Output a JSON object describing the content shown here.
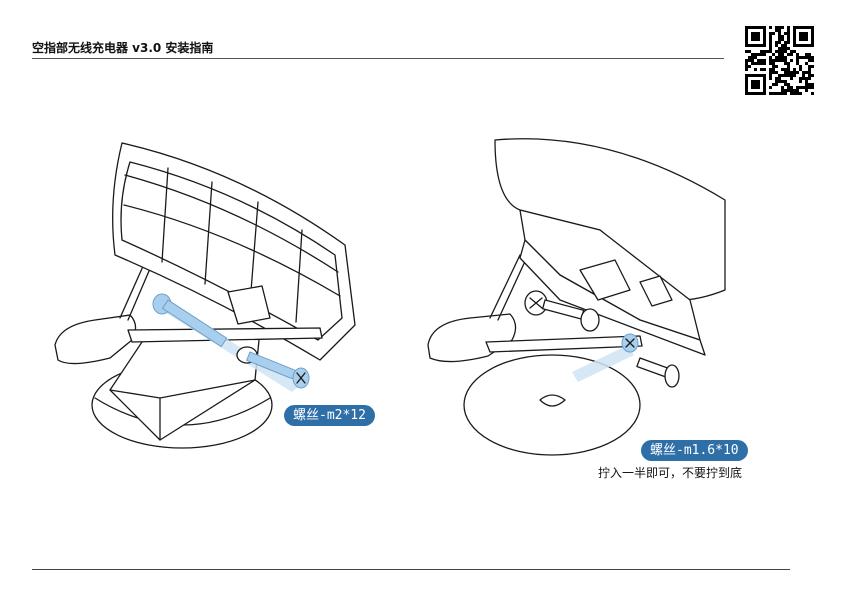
{
  "header": {
    "title": "空指部无线充电器 v3.0 安装指南"
  },
  "callouts": {
    "screw_left": "螺丝-m2*12",
    "screw_right": "螺丝-m1.6*10",
    "screw_right_note": "拧入一半即可，不要拧到底"
  },
  "colors": {
    "accent": "#2f6fa8",
    "screw_highlight": "#a9cfee"
  }
}
